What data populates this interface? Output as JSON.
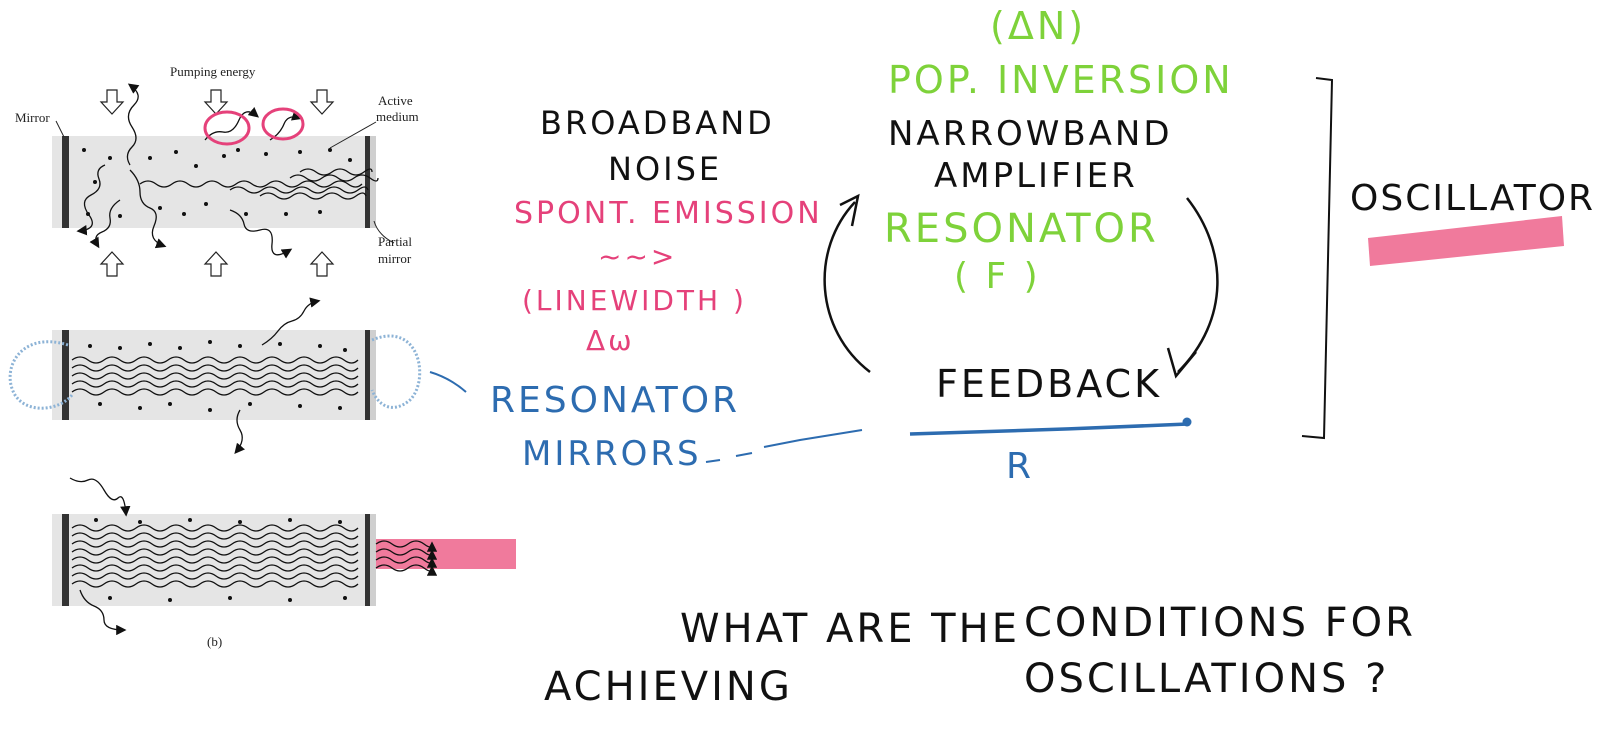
{
  "figure": {
    "pumping_label": "Pumping energy",
    "mirror_label": "Mirror",
    "active_label_1": "Active",
    "active_label_2": "medium",
    "partial_label_1": "Partial",
    "partial_label_2": "mirror",
    "caption": "(b)"
  },
  "notes": {
    "broadband": "BROADBAND",
    "noise": "NOISE",
    "spont_emission": "SPONT. EMISSION",
    "squiggle_arrow": "~~>",
    "linewidth": "(LINEWIDTH )",
    "delta_omega": "Δω",
    "resonator_mirrors_1": "RESONATOR",
    "resonator_mirrors_2": "MIRRORS",
    "delta_n": "(ΔN)",
    "pop_inversion": "POP. INVERSION",
    "narrowband": "NARROWBAND",
    "amplifier": "AMPLIFIER",
    "resonator": "RESONATOR",
    "f_label": "( F )",
    "feedback": "FEEDBACK",
    "r_label": "R",
    "oscillator": "OSCILLATOR",
    "question_1": "WHAT ARE THE",
    "question_2": "CONDITIONS FOR",
    "question_3": "ACHIEVING",
    "question_4": "OSCILLATIONS ?"
  },
  "colors": {
    "ink": "#111111",
    "pink": "#e5417a",
    "green": "#7ed23a",
    "blue": "#2d6cb0",
    "highlight": "#f07a9c"
  }
}
